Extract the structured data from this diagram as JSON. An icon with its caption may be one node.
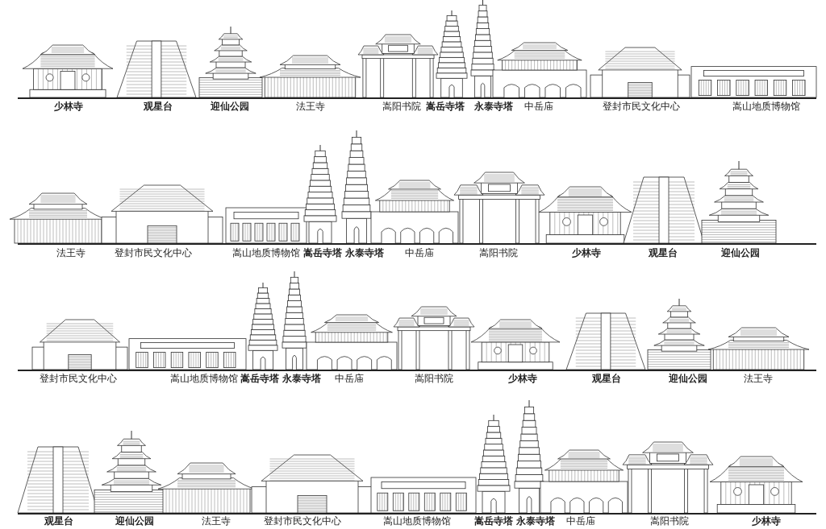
{
  "diagram": {
    "labels": [
      "少林寺",
      "观星台",
      "迎仙公园",
      "法王寺",
      "嵩阳书院",
      "嵩岳寺塔",
      "永泰寺塔",
      "中岳庙",
      "登封市民文化中心",
      "嵩山地质博物馆",
      "法王寺",
      "登封市民文化中心",
      "嵩山地质博物馆",
      "嵩岳寺塔",
      "永泰寺塔",
      "中岳庙",
      "嵩阳书院",
      "少林寺",
      "观星台",
      "迎仙公园",
      "登封市民文化中心",
      "嵩山地质博物馆",
      "嵩岳寺塔",
      "永泰寺塔",
      "中岳庙",
      "嵩阳书院",
      "少林寺",
      "观星台",
      "迎仙公园",
      "法王寺",
      "观星台",
      "迎仙公园",
      "法王寺",
      "登封市民文化中心",
      "嵩山地质博物馆",
      "嵩岳寺塔",
      "永泰寺塔",
      "中岳庙",
      "嵩阳书院",
      "少林寺"
    ]
  }
}
